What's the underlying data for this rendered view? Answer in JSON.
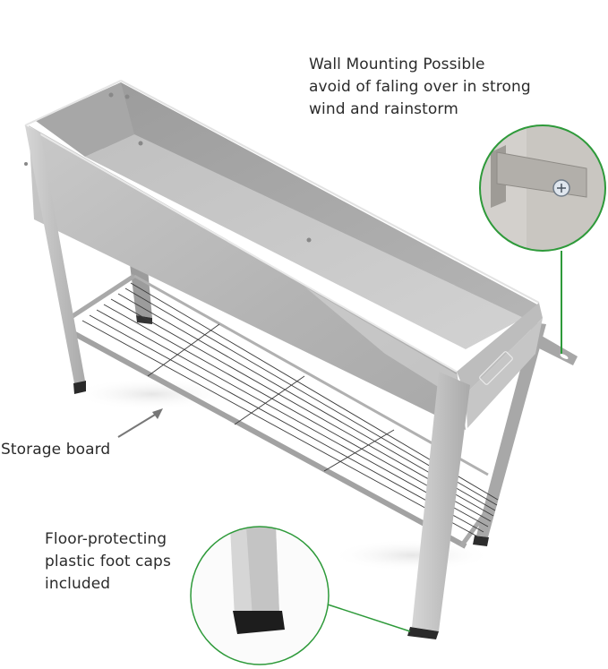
{
  "image": {
    "subject": "Galvanized metal raised garden bed planter on legs with wire storage shelf",
    "background_color": "#ffffff",
    "metal_color": "#b9b9b9",
    "callout_line_color": "#2e9a3a"
  },
  "annotations": {
    "wall_mounting": {
      "line1": "Wall Mounting Possible",
      "line2": "avoid of faling over in strong",
      "line3": "wind and rainstorm"
    },
    "storage_board": {
      "text": "Storage board"
    },
    "foot_caps": {
      "line1": "Floor-protecting",
      "line2": "plastic foot caps",
      "line3": "included"
    }
  },
  "callouts": [
    {
      "name": "wall-bracket-detail",
      "depicts": "metal wall-mount bracket with screw"
    },
    {
      "name": "foot-cap-detail",
      "depicts": "leg with black plastic foot cap"
    }
  ]
}
